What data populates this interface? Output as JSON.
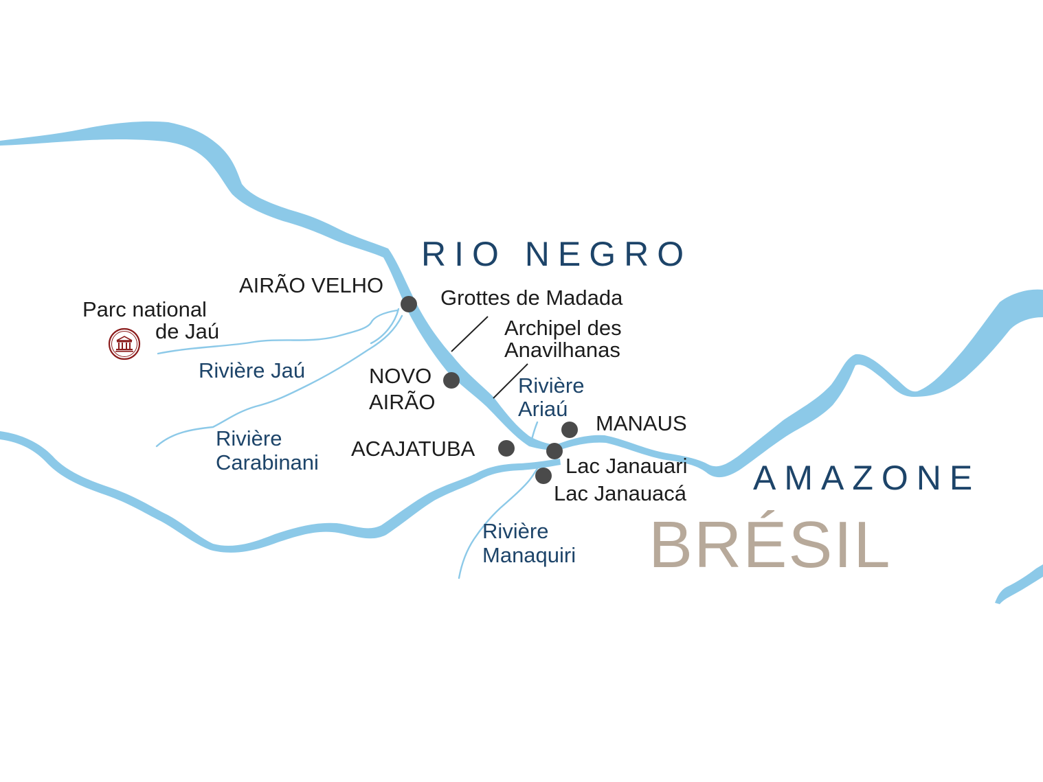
{
  "map": {
    "water_color": "#8cc9e8",
    "pin_color": "#4a4a4a",
    "label_color": "#1c1c1c",
    "river_label_color": "#1d4469",
    "country_color": "#b7a99a",
    "unesco_color": "#8b1c1c"
  },
  "regions": {
    "rio_negro": "RIO NEGRO",
    "amazone": "AMAZONE",
    "country": "BRÉSIL"
  },
  "places": {
    "airao_velho": "AIRÃO VELHO",
    "parc_line1": "Parc national",
    "parc_line2": "de Jaú",
    "grottes": "Grottes de Madada",
    "archipel_line1": "Archipel des",
    "archipel_line2": "Anavilhanas",
    "novo_line1": "NOVO",
    "novo_line2": "AIRÃO",
    "acajatuba": "ACAJATUBA",
    "manaus": "MANAUS",
    "lac_janauari": "Lac Janauari",
    "lac_janauaca": "Lac Janauacá"
  },
  "rivers": {
    "jau": "Rivière Jaú",
    "carabinani_line1": "Rivière",
    "carabinani_line2": "Carabinani",
    "ariau_line1": "Rivière",
    "ariau_line2": "Ariaú",
    "manaquiri_line1": "Rivière",
    "manaquiri_line2": "Manaquiri"
  },
  "icons": {
    "unesco": "unesco-heritage-icon"
  }
}
